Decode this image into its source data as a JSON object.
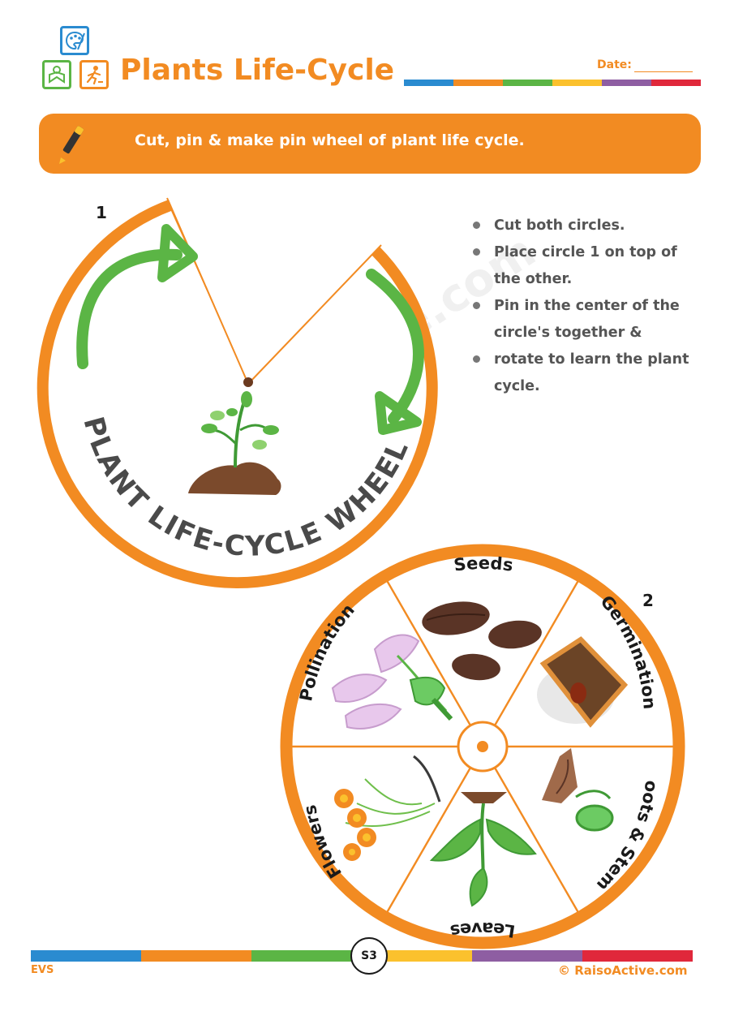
{
  "header": {
    "title": "Plants Life-Cycle",
    "date_label": "Date:",
    "stripe_colors": [
      "#2a8bd0",
      "#f28b22",
      "#5bb545",
      "#fbc12d",
      "#8e5ea2",
      "#e0283b"
    ]
  },
  "instruction": {
    "text": "Cut, pin & make pin wheel of plant life cycle.",
    "icon": "pen-icon"
  },
  "wheel_1": {
    "number": "1",
    "ring_text": "PLANT LIFE-CYCLE WHEEL",
    "icons": [
      "curved-arrow-icon",
      "sprout-icon"
    ]
  },
  "wheel_2": {
    "number": "2",
    "segments": [
      {
        "label": "Seeds",
        "icon": "seeds-icon"
      },
      {
        "label": "Germination",
        "icon": "germination-pot-icon"
      },
      {
        "label": "Roots & Stems",
        "icon": "roots-stems-icon"
      },
      {
        "label": "Leaves",
        "icon": "leaves-icon"
      },
      {
        "label": "Flowers",
        "icon": "flowers-icon"
      },
      {
        "label": "Pollination",
        "icon": "pollination-flower-icon"
      }
    ]
  },
  "steps": [
    {
      "text": "Cut both circles.",
      "bullet": true
    },
    {
      "text": "Place circle 1 on top of",
      "bullet": true
    },
    {
      "text": "the other.",
      "bullet": false
    },
    {
      "text": "Pin in the center of the",
      "bullet": true
    },
    {
      "text": "circle's together &",
      "bullet": false
    },
    {
      "text": "rotate to learn the plant",
      "bullet": true
    },
    {
      "text": "cycle.",
      "bullet": false
    }
  ],
  "watermark": "RaisoActive.com",
  "footer": {
    "subject": "EVS",
    "page": "S3",
    "copyright": "© RaisoActive.com",
    "stripe_colors": [
      "#2a8bd0",
      "#f28b22",
      "#5bb545",
      "#fbc12d",
      "#8e5ea2",
      "#e0283b"
    ]
  },
  "colors": {
    "accent": "#f28b22",
    "green": "#5bb545",
    "blue": "#2a8bd0"
  }
}
